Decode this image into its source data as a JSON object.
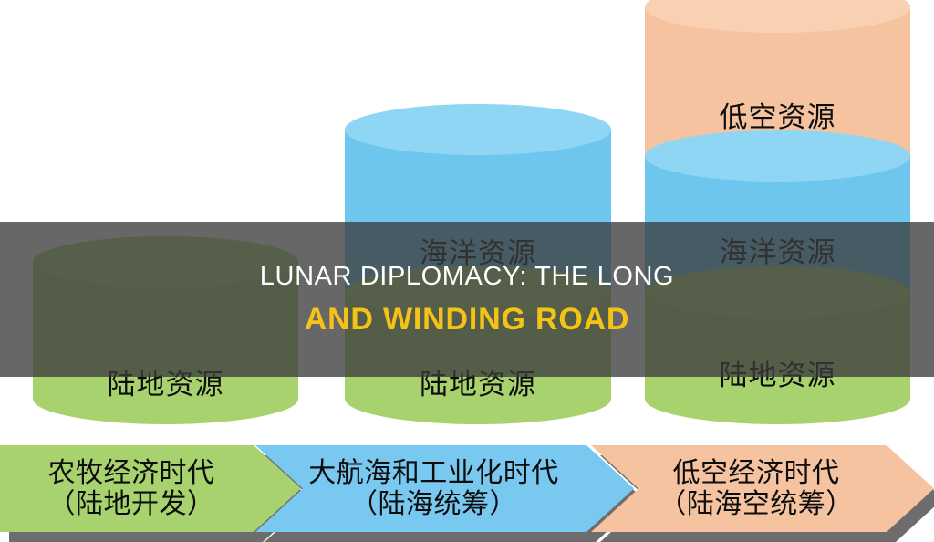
{
  "overlay": {
    "title_line1": "LUNAR DIPLOMACY: THE LONG",
    "title_line2": "AND WINDING ROAD",
    "band_color": "#3c3c3c",
    "title_line1_color": "#ffffff",
    "title_line2_color": "#f5c318"
  },
  "chart_data": {
    "type": "bar",
    "title": "",
    "xlabel": "",
    "ylabel": "",
    "categories": [
      "农牧经济时代（陆地开发）",
      "大航海和工业化时代（陆海统筹）",
      "低空经济时代（陆海空统筹）"
    ],
    "series": [
      {
        "name": "陆地资源",
        "values": [
          1,
          1,
          1
        ],
        "color": "#a8d26d"
      },
      {
        "name": "海洋资源",
        "values": [
          0,
          1,
          1
        ],
        "color": "#6ec6ef"
      },
      {
        "name": "低空资源",
        "values": [
          0,
          0,
          1
        ],
        "color": "#f6c3a0"
      }
    ],
    "legend_position": "in-chart-labels",
    "grid": false,
    "note": "Stacked 3D cylinders: each era accumulates one more resource layer."
  },
  "cylinders": [
    {
      "id": "cylinder-era-1",
      "segments": [
        {
          "id": "land",
          "label": "陆地资源",
          "color": "#a8d26d",
          "cap_color": "#b8dc82"
        }
      ]
    },
    {
      "id": "cylinder-era-2",
      "segments": [
        {
          "id": "ocean",
          "label": "海洋资源",
          "color": "#6ec6ef",
          "cap_color": "#8fd6f4"
        },
        {
          "id": "land",
          "label": "陆地资源",
          "color": "#a8d26d",
          "cap_color": "#b8dc82"
        }
      ]
    },
    {
      "id": "cylinder-era-3",
      "segments": [
        {
          "id": "lowsky",
          "label": "低空资源",
          "color": "#f6c3a0",
          "cap_color": "#fad0b3"
        },
        {
          "id": "ocean",
          "label": "海洋资源",
          "color": "#6ec6ef",
          "cap_color": "#8fd6f4"
        },
        {
          "id": "land",
          "label": "陆地资源",
          "color": "#a8d26d",
          "cap_color": "#b8dc82"
        }
      ]
    }
  ],
  "banner": {
    "arrows": [
      {
        "id": "era-1",
        "line1": "农牧经济时代",
        "line2": "（陆地开发）",
        "color": "#a8d26d"
      },
      {
        "id": "era-2",
        "line1": "大航海和工业化时代",
        "line2": "（陆海统筹）",
        "color": "#79c8f0"
      },
      {
        "id": "era-3",
        "line1": "低空经济时代",
        "line2": "（陆海空统筹）",
        "color": "#f6c3a0"
      }
    ],
    "shadow_color": "#6d6d6d"
  }
}
